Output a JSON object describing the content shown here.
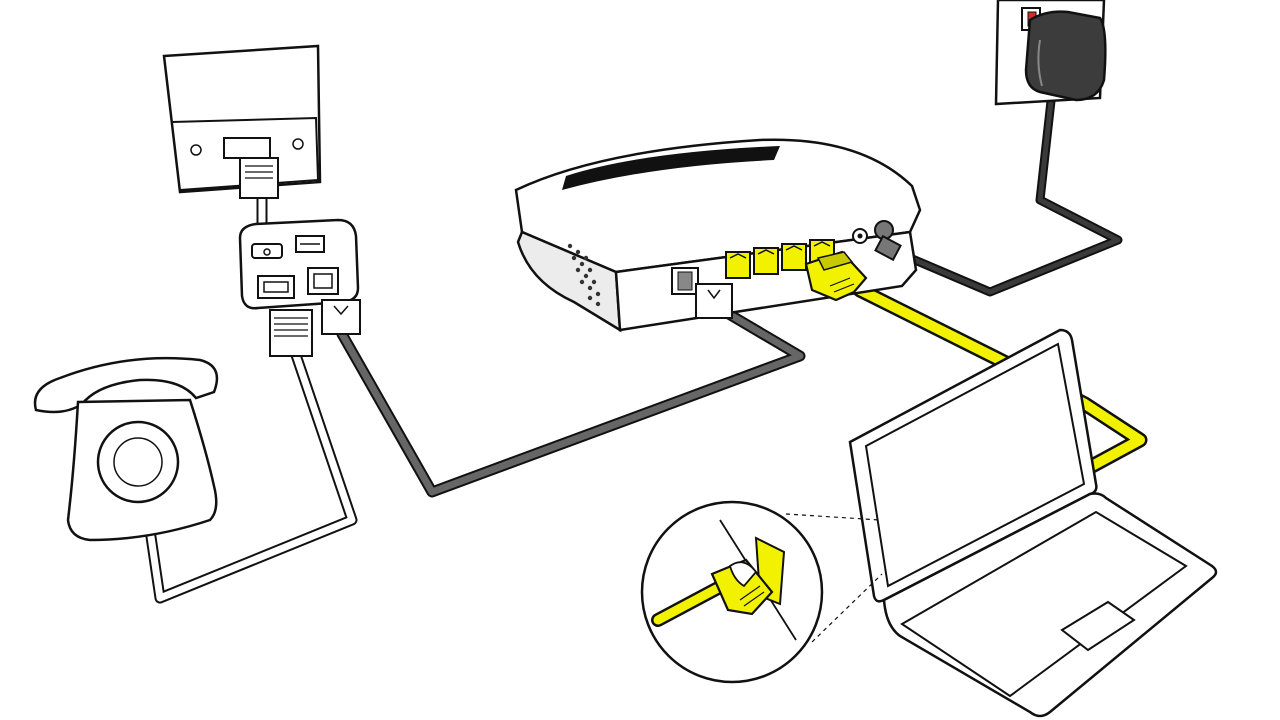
{
  "diagram": {
    "components": [
      {
        "id": "wall-phone-socket",
        "icon": "wall-socket-icon"
      },
      {
        "id": "adsl-microfilter",
        "icon": "phone-filter-icon"
      },
      {
        "id": "telephone",
        "icon": "rotary-phone-icon"
      },
      {
        "id": "router",
        "icon": "router-icon"
      },
      {
        "id": "power-adapter",
        "icon": "power-plug-icon"
      },
      {
        "id": "laptop",
        "icon": "laptop-icon"
      },
      {
        "id": "ethernet-plug-closeup",
        "icon": "rj45-plug-icon"
      }
    ],
    "connections": [
      {
        "from": "wall-phone-socket",
        "to": "adsl-microfilter",
        "cable": "phone-line"
      },
      {
        "from": "adsl-microfilter",
        "to": "telephone",
        "cable": "phone-cord"
      },
      {
        "from": "adsl-microfilter",
        "to": "router",
        "cable": "dsl-cable"
      },
      {
        "from": "power-adapter",
        "to": "router",
        "cable": "power-cable"
      },
      {
        "from": "router",
        "to": "laptop",
        "cable": "ethernet-cable"
      }
    ]
  },
  "colors": {
    "outline": "#111111",
    "ethernet": "#f2f200",
    "ethernet_dark": "#c9c900",
    "dsl_cable": "#666666",
    "power_cable": "#3a3a3a",
    "adapter": "#3c3c3c",
    "device_fill": "#ffffff",
    "router_shade": "#ececec",
    "accent_red": "#d42a2a"
  }
}
